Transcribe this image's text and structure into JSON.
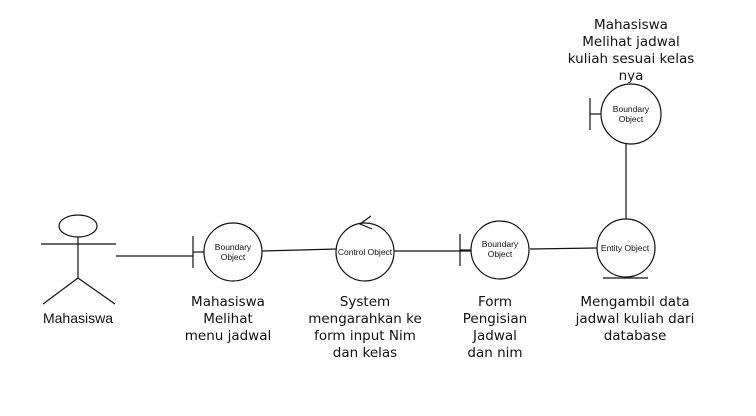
{
  "actor": {
    "label": "Mahasiswa"
  },
  "nodes": {
    "boundary_1": {
      "label": "Boundary\nObject",
      "caption": "Mahasiswa\nMelihat\nmenu jadwal"
    },
    "control_1": {
      "label": "Control Object",
      "caption": "System\nmengarahkan ke\nform input Nim\ndan kelas"
    },
    "boundary_2": {
      "label": "Boundary\nObject",
      "caption": "Form\nPengisian\nJadwal\ndan nim"
    },
    "entity_1": {
      "label": "Entity Object",
      "caption": "Mengambil data\njadwal kuliah dari\ndatabase"
    },
    "boundary_3": {
      "label": "Boundary\nObject",
      "caption": "Mahasiswa\nMelihat jadwal\nkuliah sesuai kelas\nnya"
    }
  },
  "colors": {
    "stroke": "#111111",
    "background": "#ffffff"
  }
}
